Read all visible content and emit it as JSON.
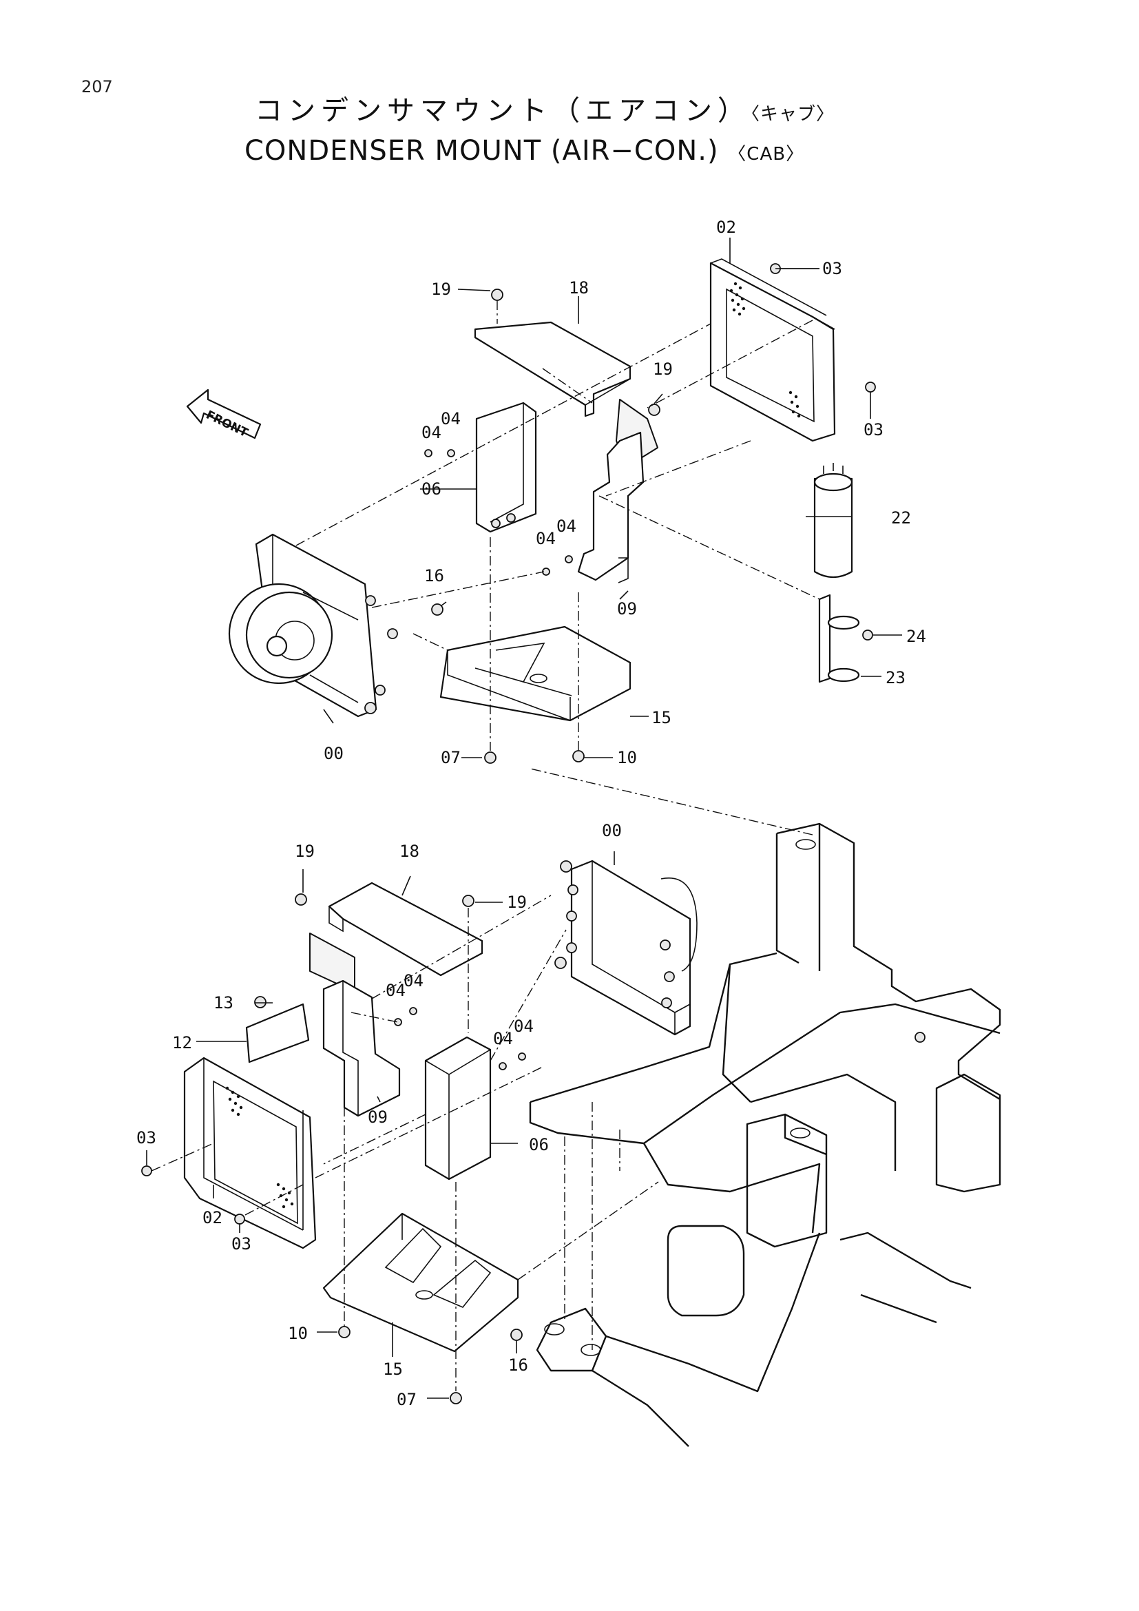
{
  "page_number": "207",
  "title_jp": "コンデンサマウント（エアコン）",
  "title_jp_suffix": "〈キャブ〉",
  "title_en": "CONDENSER MOUNT (AIR−CON.)",
  "title_en_suffix": "〈CAB〉",
  "front_label": "FRONT",
  "upper_labels": {
    "l02": "02",
    "l03a": "03",
    "l03b": "03",
    "l19a": "19",
    "l18": "18",
    "l19b": "19",
    "l04a": "04",
    "l04b": "04",
    "l06": "06",
    "l04c": "04",
    "l04d": "04",
    "l22": "22",
    "l16": "16",
    "l09": "09",
    "l24": "24",
    "l23": "23",
    "l15": "15",
    "l00": "00",
    "l07": "07",
    "l10": "10"
  },
  "lower_labels": {
    "l00": "00",
    "l19a": "19",
    "l18": "18",
    "l19b": "19",
    "l04a": "04",
    "l04b": "04",
    "l13": "13",
    "l04c": "04",
    "l04d": "04",
    "l12": "12",
    "l03a": "03",
    "l09": "09",
    "l06": "06",
    "l02": "02",
    "l03b": "03",
    "l10": "10",
    "l16": "16",
    "l15": "15",
    "l07": "07"
  }
}
